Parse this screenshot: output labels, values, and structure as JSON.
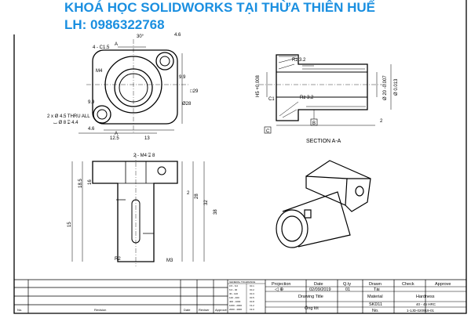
{
  "header": {
    "title": "KHOÁ HỌC SOLIDWORKS TẠI THỪA THIÊN HUẾ",
    "contact": "LH: 0986322768"
  },
  "views": {
    "top": {
      "labels": [
        "A",
        "A",
        "4 - C1.5",
        "30°",
        "4.6",
        "M4",
        "9.9",
        "9.9",
        "□29",
        "Ø28",
        "2 x Ø 4.5 THRU ALL",
        "⌴ Ø 8 ⍗ 4.4",
        "4.6",
        "12.5",
        "13"
      ]
    },
    "section": {
      "title": "SECTION A-A",
      "labels": [
        "Rz 3.2",
        "Rz 3.2",
        "H5 +0.008",
        "C1",
        "Ø 20 -0.007",
        "Ø 0.013",
        "2",
        "C",
        "B"
      ]
    },
    "front": {
      "labels": [
        "2 - M4 ⍗ 8",
        "18.5",
        "16",
        "15",
        "38",
        "32",
        "28",
        "2",
        "R2",
        "M3"
      ]
    }
  },
  "title_block": {
    "revision_headers": {
      "no": "No.",
      "revision": "Revision",
      "date": "Date",
      "reviser": "Reviser",
      "approve": "Approve"
    },
    "tolerance": {
      "title": "GENERAL TOLERANCE",
      "rows": [
        [
          "0.5 - 6.0",
          "±0.1"
        ],
        [
          "6.0 - 30",
          "±0.2"
        ],
        [
          "30 - 120",
          "±0.3"
        ],
        [
          "120 - 400",
          "±0.5"
        ],
        [
          "400 - 1000",
          "±0.8"
        ],
        [
          "1000 - 2000",
          "±1.2"
        ],
        [
          "2000 - 4000",
          "±2.0"
        ]
      ]
    },
    "projection_label": "Projection",
    "date_label": "Date",
    "date": "02/09/2019",
    "qty_label": "Q.ty",
    "qty": "01",
    "drawn_label": "Drawn",
    "drawn": "Tài",
    "check_label": "Check",
    "approve_label": "Approve",
    "drawing_title_label": "Drawing Title",
    "drawing_title": "Ống lót",
    "material_label": "Material",
    "material": "SKD11",
    "hardness_label": "Hardness",
    "hardness": "40 - 45 HRC",
    "no_label": "No.",
    "no": "1-1JD-020919-01"
  }
}
